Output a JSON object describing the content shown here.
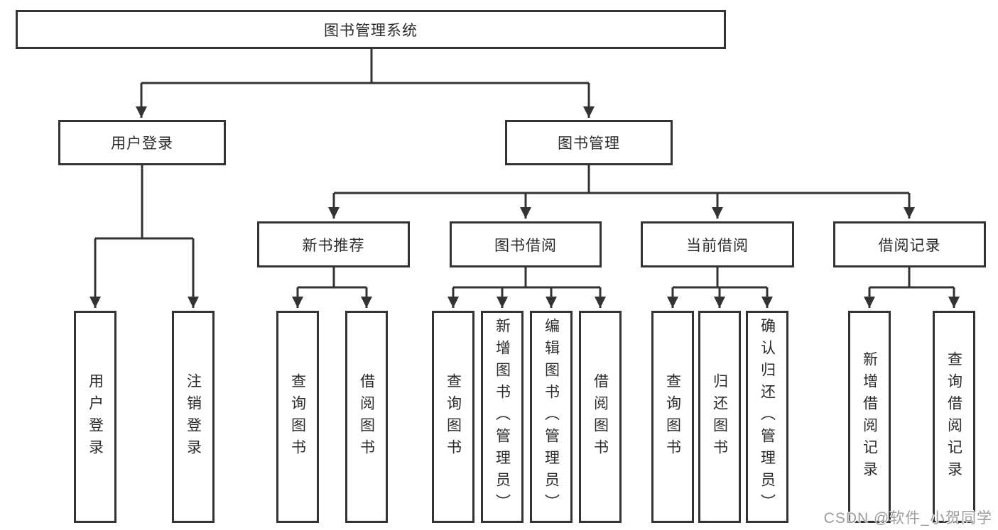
{
  "nodes": {
    "root": "图书管理系统",
    "userLogin": "用户登录",
    "bookMgmt": "图书管理",
    "newBookRec": "新书推荐",
    "bookBorrow": "图书借阅",
    "currentBorrow": "当前借阅",
    "borrowRecords": "借阅记录",
    "leafUserLogin": "用户登录",
    "leafLogout": "注销登录",
    "leafQueryBooksRec": "查询图书",
    "leafBorrowBooksRec": "借阅图书",
    "leafQueryBooksBorrow": "查询图书",
    "leafAddBookAdmin": "新增图书（管理员）",
    "leafEditBookAdmin": "编辑图书（管理员）",
    "leafBorrowBooksBorrow": "借阅图书",
    "leafQueryBooksCurrent": "查询图书",
    "leafReturnBook": "归还图书",
    "leafConfirmReturnAdmin": "确认归还（管理员）",
    "leafAddBorrowRecord": "新增借阅记录",
    "leafQueryBorrowRecord": "查询借阅记录"
  },
  "watermark": {
    "text": "CSDN @软件_小贺同学"
  },
  "colors": {
    "line": "#333333",
    "text": "#2b2b2b",
    "watermark": "#949494",
    "background": "#ffffff"
  }
}
